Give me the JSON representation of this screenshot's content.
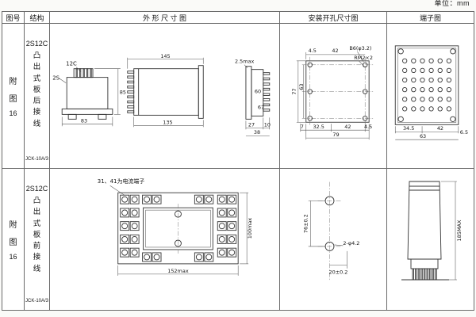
{
  "page": {
    "unit": "单位：mm"
  },
  "headers": {
    "fig": "图号",
    "structure": "结构",
    "outline": "外 形 尺 寸 图",
    "mounting": "安装开孔尺寸图",
    "terminal": "端子图"
  },
  "row1": {
    "fig1": "附",
    "fig2": "图",
    "fig3": "16",
    "model": "2S12C",
    "structure": "凸出式板后接线",
    "code": "JCK-10A/3",
    "outline": {
      "front_label": "12C",
      "front_side_label": "2S",
      "front_width": "83",
      "front_height": "85",
      "side_top": "145",
      "side_bottom": "135",
      "side_h1": "60",
      "side_h2": "67",
      "profile_top": "2.5max",
      "profile_d1": "27",
      "profile_d2": "10",
      "profile_total": "38"
    },
    "mounting": {
      "top_a": "4.5",
      "top_b": "42",
      "hole_spec": "B6(φ3.2)",
      "screw_spec": "RM2×2",
      "left_outer": "77",
      "left_inner": "63",
      "bot_a": "7",
      "bot_b": "32.5",
      "bot_c": "42",
      "bot_d": "4.5",
      "bot_total": "79"
    },
    "terminal": {
      "dim_a": "34.5",
      "dim_b": "42",
      "dim_total": "63",
      "dim_side": "6.5"
    }
  },
  "row2": {
    "fig1": "附",
    "fig2": "图",
    "fig3": "16",
    "model": "2S12C",
    "structure": "凸出式板前接线",
    "code": "JCK-10A/3",
    "outline": {
      "note": "31、41为电流端子",
      "width": "152max",
      "height": "100max"
    },
    "mounting": {
      "vertical": "76±0.2",
      "holes": "2-φ4.2",
      "horizontal": "20±0.2"
    },
    "terminal": {
      "height": "185MAX"
    }
  }
}
